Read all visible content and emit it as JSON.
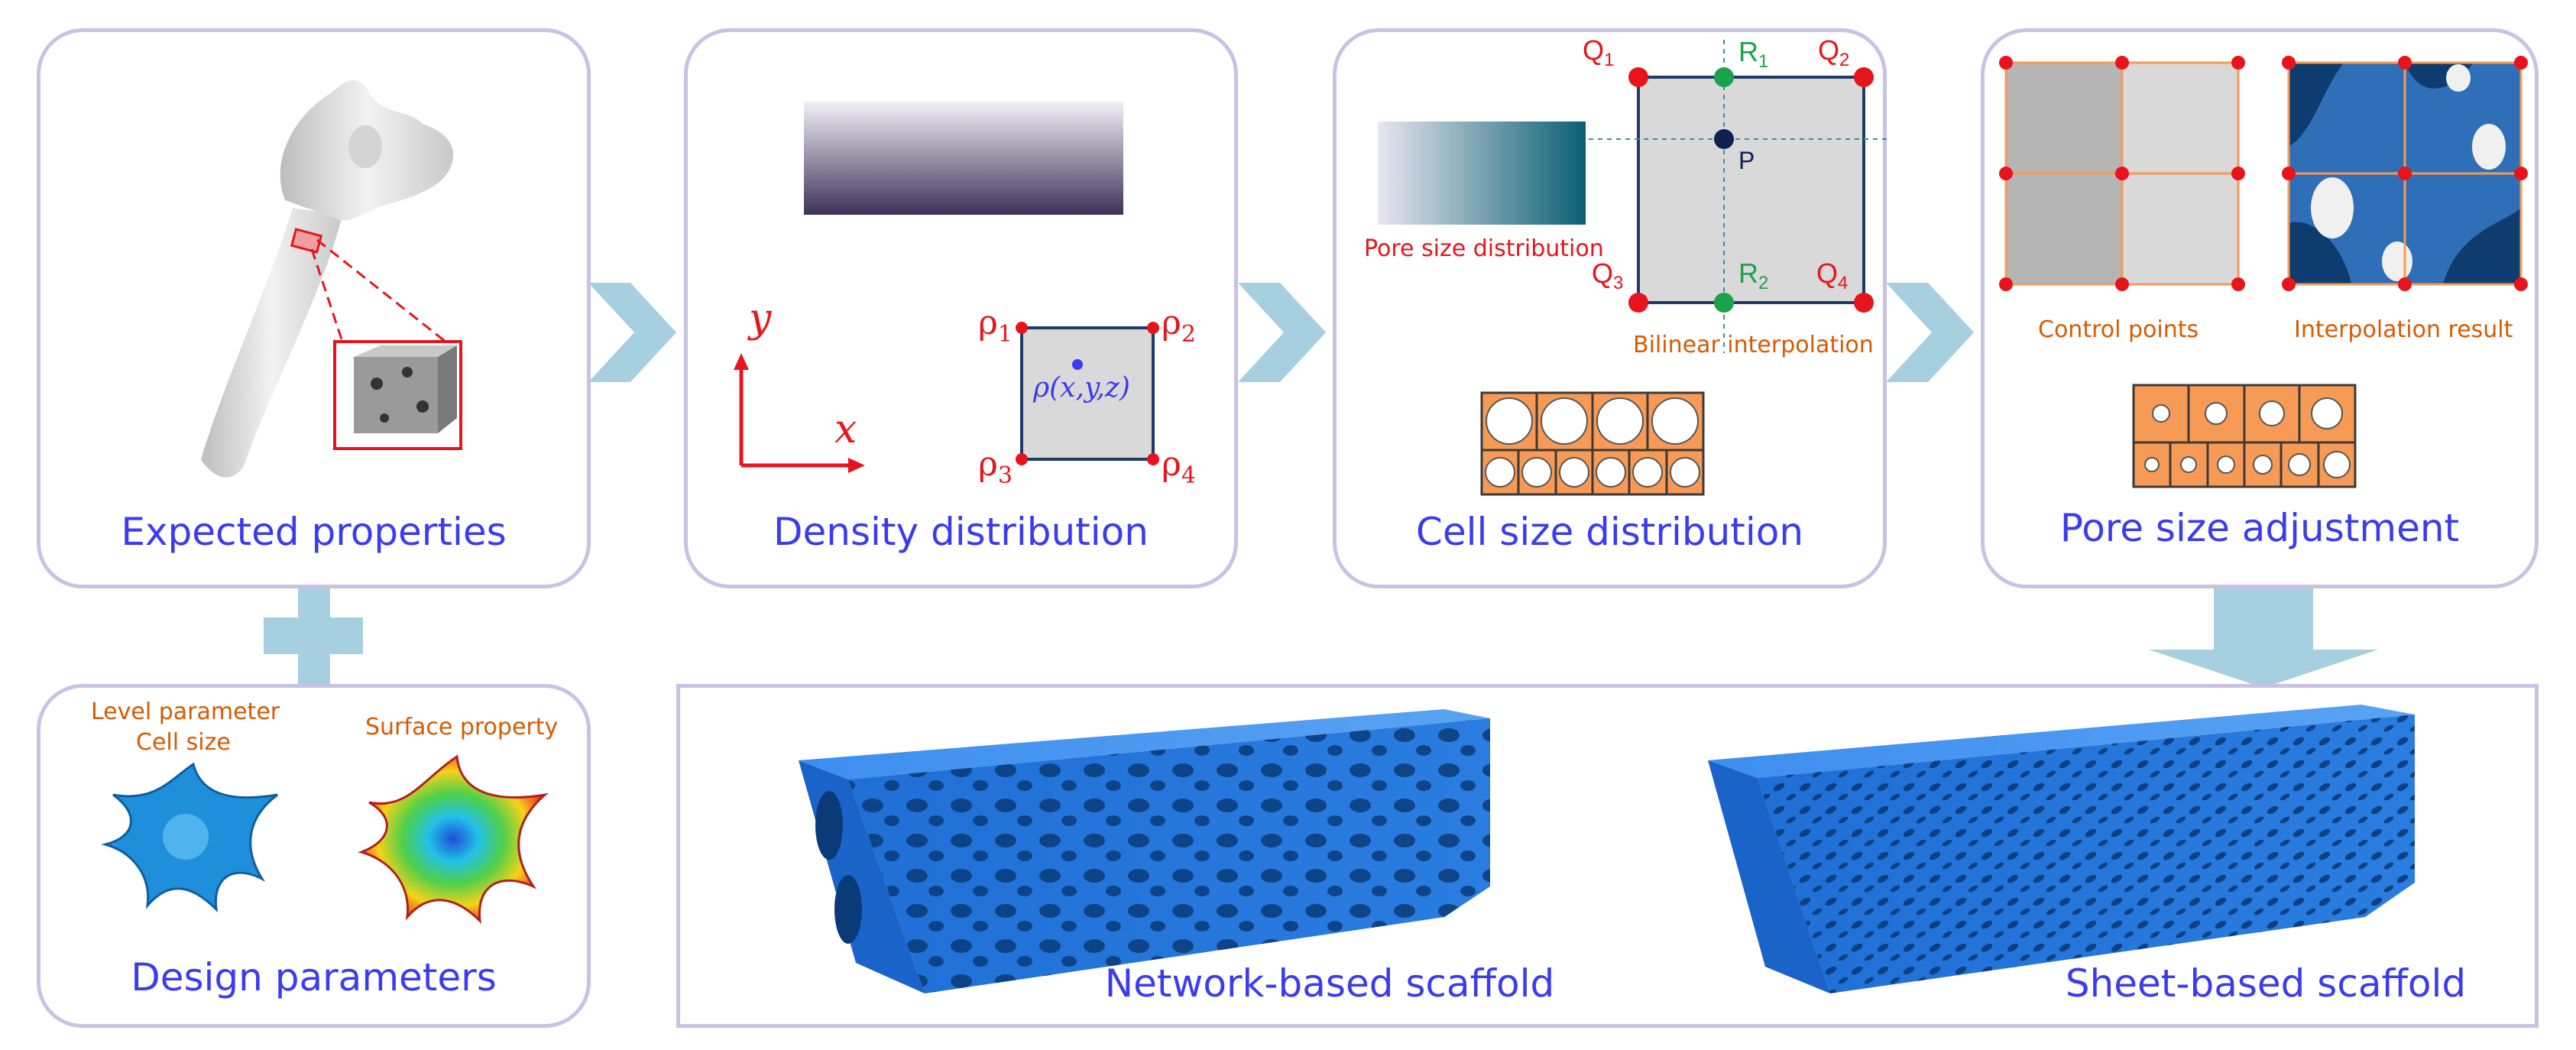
{
  "panels": {
    "expected": {
      "title": "Expected properties"
    },
    "density": {
      "title": "Density distribution",
      "axis_x": "x",
      "axis_y": "y",
      "rho1": "ρ",
      "rho2": "ρ",
      "rho3": "ρ",
      "rho4": "ρ",
      "sub1": "1",
      "sub2": "2",
      "sub3": "3",
      "sub4": "4",
      "center": "ρ(x,y,z)"
    },
    "cell": {
      "title": "Cell size distribution",
      "pore_label": "Pore size distribution",
      "bilinear_label": "Bilinear interpolation",
      "q": "Q",
      "r": "R",
      "p": "P",
      "s1": "1",
      "s2": "2",
      "s3": "3",
      "s4": "4"
    },
    "pore": {
      "title": "Pore size adjustment",
      "control_label": "Control points",
      "interp_label": "Interpolation result"
    },
    "design": {
      "title": "Design parameters",
      "level_label": "Level parameter",
      "cellsize_label": "Cell size",
      "surface_label": "Surface property"
    },
    "scaffold": {
      "network_label": "Network-based scaffold",
      "sheet_label": "Sheet-based scaffold"
    }
  },
  "colors": {
    "panel_border": "#c8c2e4",
    "title": "#3b3bf0",
    "orange_label": "#d95a00",
    "arrow": "#a6cfdf",
    "red": "#e8141c",
    "green": "#1aa34a",
    "orange_fill": "#f79a55",
    "scaffold_blue": "#2a82e4"
  }
}
